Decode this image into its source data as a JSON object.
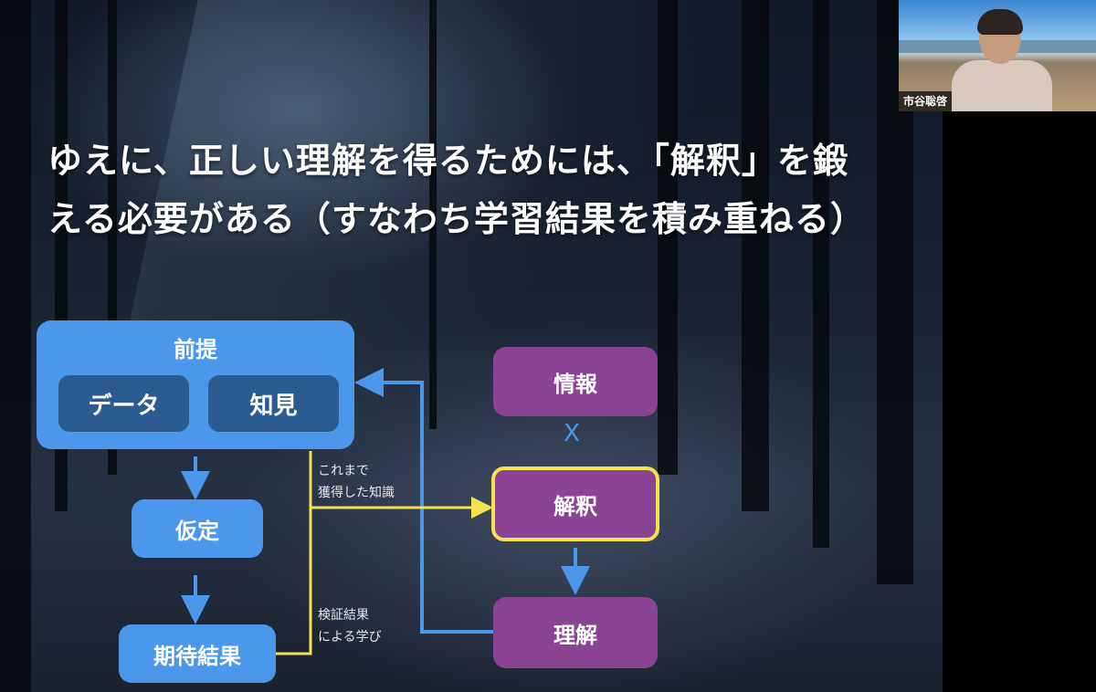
{
  "slide": {
    "headline": "ゆえに、正しい理解を得るためには、「解釈」を鍛える必要がある（すなわち学習結果を積み重ねる）",
    "premise": {
      "title": "前提",
      "data": "データ",
      "knowledge": "知見"
    },
    "hypothesis": "仮定",
    "expected_result": "期待結果",
    "information": "情報",
    "cross_symbol": "X",
    "interpretation": "解釈",
    "understanding": "理解",
    "annotation_knowledge": [
      "これまで",
      "獲得した知識"
    ],
    "annotation_learning": [
      "検証結果",
      "による学び"
    ]
  },
  "participant": {
    "name": "市谷聡啓"
  },
  "colors": {
    "blue_box": "#4a97ec",
    "inner_box": "#2b5c91",
    "purple_box": "#8b4393",
    "highlight_border": "#f4e24e",
    "arrow_blue": "#4a97ec",
    "arrow_yellow": "#f4e24e"
  }
}
